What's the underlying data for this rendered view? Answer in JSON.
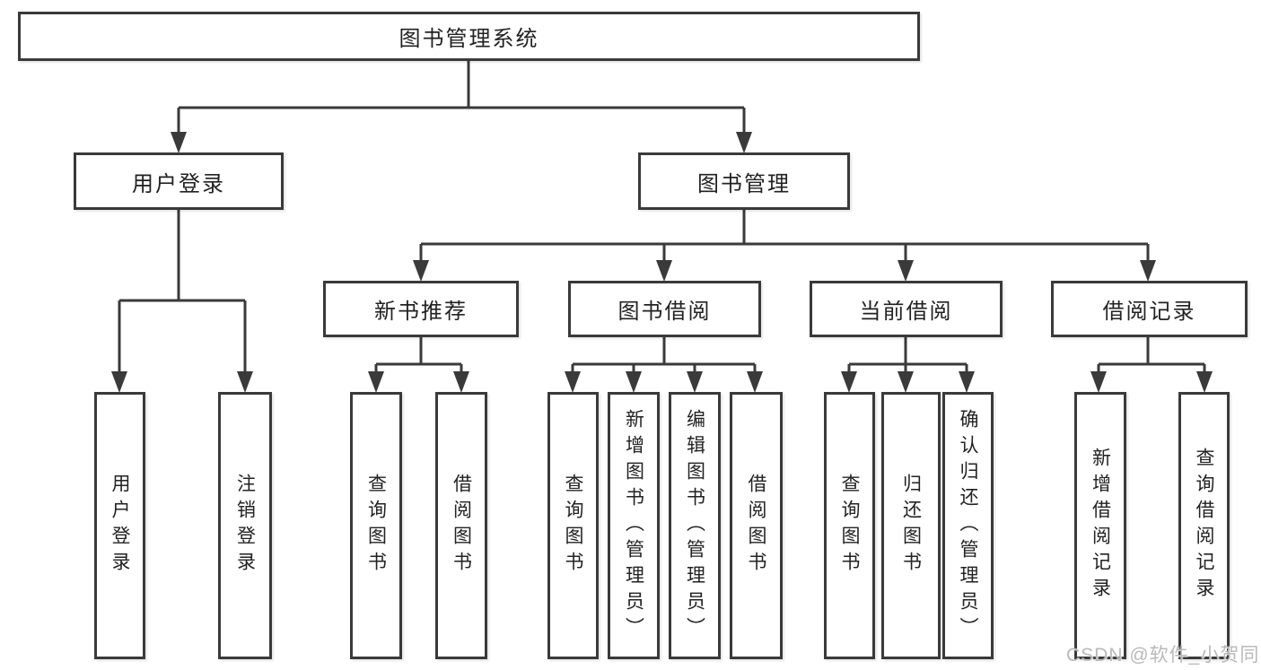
{
  "colors": {
    "line": "#3a3a3a",
    "text": "#222222",
    "box_background": "#ffffff",
    "watermark": "#b9b9b9",
    "background": "#ffffff"
  },
  "tree": {
    "root": {
      "label": "图书管理系统"
    },
    "branches": [
      {
        "label": "用户登录",
        "children": [
          {
            "label": "用户登录"
          },
          {
            "label": "注销登录"
          }
        ]
      },
      {
        "label": "图书管理",
        "children": [
          {
            "label": "新书推荐",
            "children": [
              {
                "label": "查询图书"
              },
              {
                "label": "借阅图书"
              }
            ]
          },
          {
            "label": "图书借阅",
            "children": [
              {
                "label": "查询图书"
              },
              {
                "label": "新增图书（管理员）"
              },
              {
                "label": "编辑图书（管理员）"
              },
              {
                "label": "借阅图书"
              }
            ]
          },
          {
            "label": "当前借阅",
            "children": [
              {
                "label": "查询图书"
              },
              {
                "label": "归还图书"
              },
              {
                "label": "确认归还（管理员）"
              }
            ]
          },
          {
            "label": "借阅记录",
            "children": [
              {
                "label": "新增借阅记录"
              },
              {
                "label": "查询借阅记录"
              }
            ]
          }
        ]
      }
    ]
  },
  "watermark": {
    "text": "CSDN @软件_小贺同学"
  }
}
